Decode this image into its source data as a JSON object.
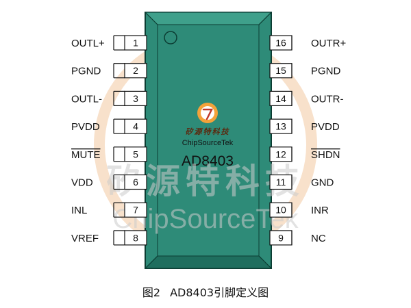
{
  "chip": {
    "name": "AD8403",
    "logo_cn": "矽源特科技",
    "logo_en": "ChipSourceTek",
    "body_color": "#2e8b78"
  },
  "watermark": {
    "cn": "矽源特科技",
    "en": "ChipSourceTek",
    "ring_color": "#f3c9a0"
  },
  "left_pins": [
    {
      "num": "1",
      "label": "OUTL+",
      "overline": false
    },
    {
      "num": "2",
      "label": "PGND",
      "overline": false
    },
    {
      "num": "3",
      "label": "OUTL-",
      "overline": false
    },
    {
      "num": "4",
      "label": "PVDD",
      "overline": false
    },
    {
      "num": "5",
      "label": "MUTE",
      "overline": true
    },
    {
      "num": "6",
      "label": "VDD",
      "overline": false
    },
    {
      "num": "7",
      "label": "INL",
      "overline": false
    },
    {
      "num": "8",
      "label": "VREF",
      "overline": false
    }
  ],
  "right_pins": [
    {
      "num": "16",
      "label": "OUTR+",
      "overline": false
    },
    {
      "num": "15",
      "label": "PGND",
      "overline": false
    },
    {
      "num": "14",
      "label": "OUTR-",
      "overline": false
    },
    {
      "num": "13",
      "label": "PVDD",
      "overline": false
    },
    {
      "num": "12",
      "label": "SHDN",
      "overline": true
    },
    {
      "num": "11",
      "label": "GND",
      "overline": false
    },
    {
      "num": "10",
      "label": "INR",
      "overline": false
    },
    {
      "num": "9",
      "label": "NC",
      "overline": false
    }
  ],
  "caption": {
    "fig": "图2",
    "text": "AD8403引脚定义图"
  }
}
